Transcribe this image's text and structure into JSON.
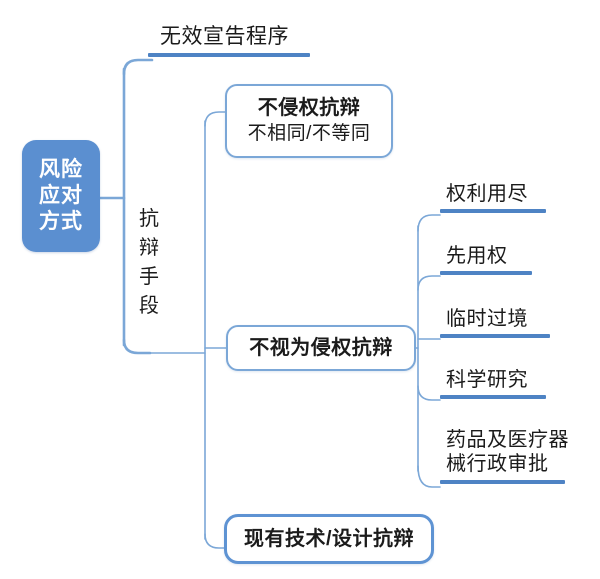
{
  "diagram": {
    "type": "mindmap",
    "title": "风险应对方式",
    "colors": {
      "root_fill": "#5B8FD0",
      "root_text": "#FFFFFF",
      "box_border": "#7BA7D7",
      "box_border_strong": "#5E93D3",
      "connector": "#7BA7D7",
      "underline": "#4E83C4",
      "text": "#1B1B1B",
      "background": "#FFFFFF"
    }
  },
  "root": {
    "lines": [
      "风险",
      "应对",
      "方式"
    ],
    "full_text": "风险应对方式"
  },
  "branch_invalidation": {
    "label": "无效宣告程序"
  },
  "branch_defense": {
    "label_chars": [
      "抗",
      "辩",
      "手",
      "段"
    ],
    "label": "抗辩手段"
  },
  "nodes": {
    "non_infringement": {
      "title": "不侵权抗辩",
      "subtitle": "不相同/不等同"
    },
    "not_deemed_infringement": {
      "title": "不视为侵权抗辩"
    },
    "prior_art_design": {
      "title": "现有技术/设计抗辩"
    }
  },
  "not_deemed_children": [
    {
      "label": "权利用尽"
    },
    {
      "label": "先用权"
    },
    {
      "label": "临时过境"
    },
    {
      "label": "药品及医疗器\n械行政审批"
    },
    {
      "label": "科学研究"
    }
  ],
  "leaves": {
    "exhaustion": "权利用尽",
    "prior_use": "先用权",
    "temporary_transit": "临时过境",
    "scientific_research": "科学研究",
    "drug_device_approval": "药品及医疗器\n械行政审批"
  }
}
